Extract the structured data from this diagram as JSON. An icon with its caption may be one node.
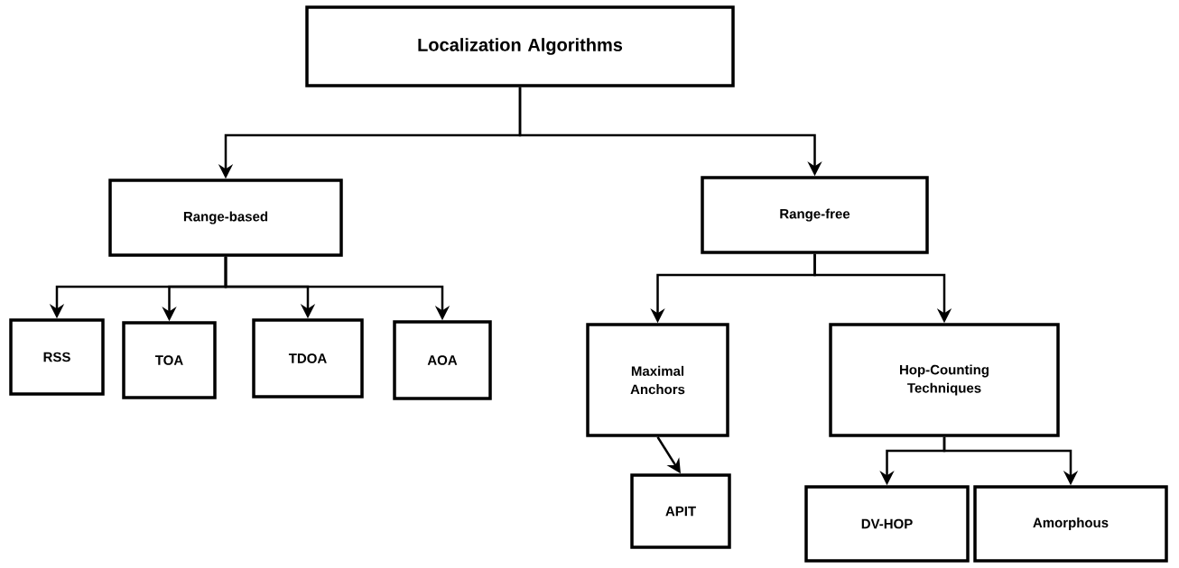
{
  "diagram": {
    "nodes": [
      {
        "text": [
          "Localization Algorithms"
        ]
      },
      {
        "text": [
          "Range-based"
        ]
      },
      {
        "text": [
          "Range-free"
        ]
      },
      {
        "text": [
          "RSS"
        ]
      },
      {
        "text": [
          "TOA"
        ]
      },
      {
        "text": [
          "TDOA"
        ]
      },
      {
        "text": [
          "AOA"
        ]
      },
      {
        "text": [
          "Maximal Anchors"
        ]
      },
      {
        "text": [
          "Hop-Counting Techniques"
        ]
      },
      {
        "text": [
          "APIT"
        ]
      },
      {
        "text": [
          "DV-HOP"
        ]
      },
      {
        "text": [
          "Amorphous"
        ]
      }
    ],
    "edges": [
      {
        "from": 0,
        "to": 1,
        "arrow": "to"
      },
      {
        "from": 0,
        "to": 2,
        "arrow": "to"
      },
      {
        "from": 1,
        "to": 3,
        "arrow": "to"
      },
      {
        "from": 1,
        "to": 4,
        "arrow": "to"
      },
      {
        "from": 1,
        "to": 5,
        "arrow": "to"
      },
      {
        "from": 1,
        "to": 6,
        "arrow": "to"
      },
      {
        "from": 2,
        "to": 7,
        "arrow": "to"
      },
      {
        "from": 2,
        "to": 8,
        "arrow": "to"
      },
      {
        "from": 7,
        "to": 9,
        "arrow": "to"
      },
      {
        "from": 8,
        "to": 10,
        "arrow": "to"
      },
      {
        "from": 8,
        "to": 11,
        "arrow": "to"
      }
    ]
  }
}
